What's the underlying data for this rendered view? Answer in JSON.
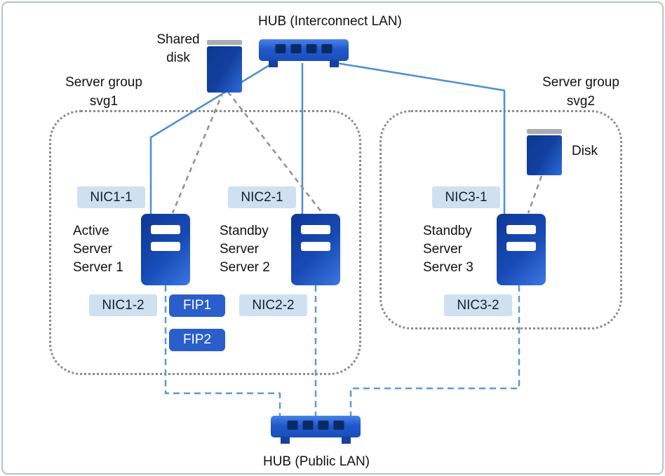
{
  "hub_interconnect": {
    "label": "HUB (Interconnect LAN)"
  },
  "hub_public": {
    "label": "HUB (Public LAN)"
  },
  "shared_disk": {
    "label_lines": [
      "Shared",
      "disk"
    ]
  },
  "disk": {
    "label": "Disk"
  },
  "groups": {
    "svg1": {
      "line1": "Server group",
      "line2": "svg1"
    },
    "svg2": {
      "line1": "Server group",
      "line2": "svg2"
    }
  },
  "servers": [
    {
      "lines": [
        "Active",
        "Server",
        "Server 1"
      ],
      "nic_top": "NIC1-1",
      "nic_bottom": "NIC1-2"
    },
    {
      "lines": [
        "Standby",
        "Server",
        "Server 2"
      ],
      "nic_top": "NIC2-1",
      "nic_bottom": "NIC2-2"
    },
    {
      "lines": [
        "Standby",
        "Server",
        "Server 3"
      ],
      "nic_top": "NIC3-1",
      "nic_bottom": "NIC3-2"
    }
  ],
  "fips": {
    "fip1": "FIP1",
    "fip2": "FIP2"
  },
  "connections": [
    {
      "from": "hub-interconnect",
      "to": "server-1",
      "style": "solid-blue"
    },
    {
      "from": "hub-interconnect",
      "to": "server-2",
      "style": "solid-blue"
    },
    {
      "from": "hub-interconnect",
      "to": "server-3",
      "style": "solid-blue"
    },
    {
      "from": "shared-disk",
      "to": "server-1",
      "style": "dashed-gray"
    },
    {
      "from": "shared-disk",
      "to": "server-2",
      "style": "dashed-gray"
    },
    {
      "from": "disk",
      "to": "server-3",
      "style": "dashed-gray"
    },
    {
      "from": "server-1",
      "to": "hub-public",
      "style": "dashed-blue"
    },
    {
      "from": "server-2",
      "to": "hub-public",
      "style": "dashed-blue"
    },
    {
      "from": "server-3",
      "to": "hub-public",
      "style": "dashed-blue"
    }
  ],
  "colors": {
    "device_blue_dark": "#0d3795",
    "device_blue_light": "#3c77e2",
    "nic_badge_blue": "#cfe1f1",
    "fip_blue": "#2a5ecb",
    "interconnect_line": "#4a8fd4",
    "public_line_dashed": "#5b9bd5",
    "disk_line_dashed": "#909090",
    "group_border": "#8b8b8b"
  }
}
